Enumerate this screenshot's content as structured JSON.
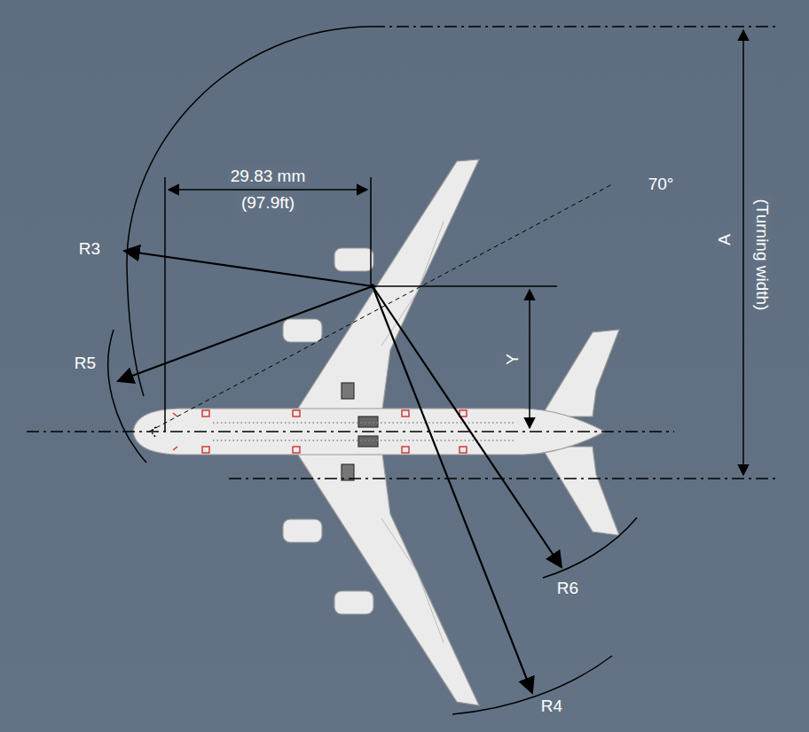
{
  "diagram": {
    "labels": [
      "29.83 mm",
      "(97.9ft)",
      "70°",
      "R3",
      "R5",
      "Y",
      "A",
      "(Turning width)",
      "R6",
      "R4"
    ]
  }
}
